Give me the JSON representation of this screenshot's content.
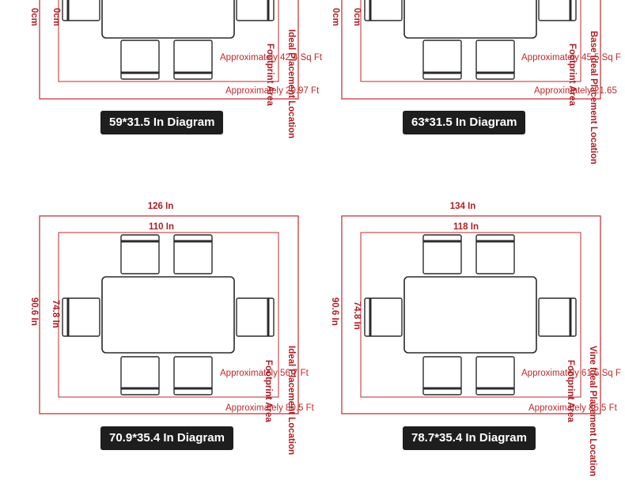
{
  "diagrams": [
    {
      "title": "59*31.5 In Diagram",
      "outer_width": "",
      "inner_width": "",
      "outer_height": "0cm",
      "inner_height": "0cm",
      "label_placement": "Ideal Placement Location",
      "label_footprint": "Footprint Area",
      "label_base": "",
      "sqft_inner": "Approximately 42.4 Sq Ft",
      "sqft_outer": "Approximately 20.97 Ft"
    },
    {
      "title": "63*31.5 In Diagram",
      "outer_width": "",
      "inner_width": "",
      "outer_height": "0cm",
      "inner_height": "0cm",
      "label_placement": "Ideal Placement Location",
      "label_footprint": "Footprint Area",
      "label_base": "Base",
      "sqft_inner": "Approximately 45.5 Sq F",
      "sqft_outer": "Approximately 21.65"
    },
    {
      "title": "70.9*35.4 In Diagram",
      "outer_width": "126 In",
      "inner_width": "110 In",
      "outer_height": "90.6 In",
      "inner_height": "74.8 In",
      "label_placement": "Ideal Placement Location",
      "label_footprint": "Footprint Area",
      "label_base": "",
      "sqft_inner": "Approximately 56.7 Ft",
      "sqft_outer": "Approximately 80.5 Ft"
    },
    {
      "title": "78.7*35.4 In Diagram",
      "outer_width": "134 In",
      "inner_width": "118 In",
      "outer_height": "90.6 In",
      "inner_height": "74.8 In",
      "label_placement": "Ideal Placement Location",
      "label_footprint": "Footprint Area",
      "label_base": "Vine",
      "sqft_inner": "Approximately 61.5 Sq F",
      "sqft_outer": "Approximately 85.5 Ft"
    }
  ],
  "colors": {
    "dimension_red": "#c0282d",
    "furniture": "#2a2a2a",
    "badge_bg": "#1e1e1e"
  }
}
